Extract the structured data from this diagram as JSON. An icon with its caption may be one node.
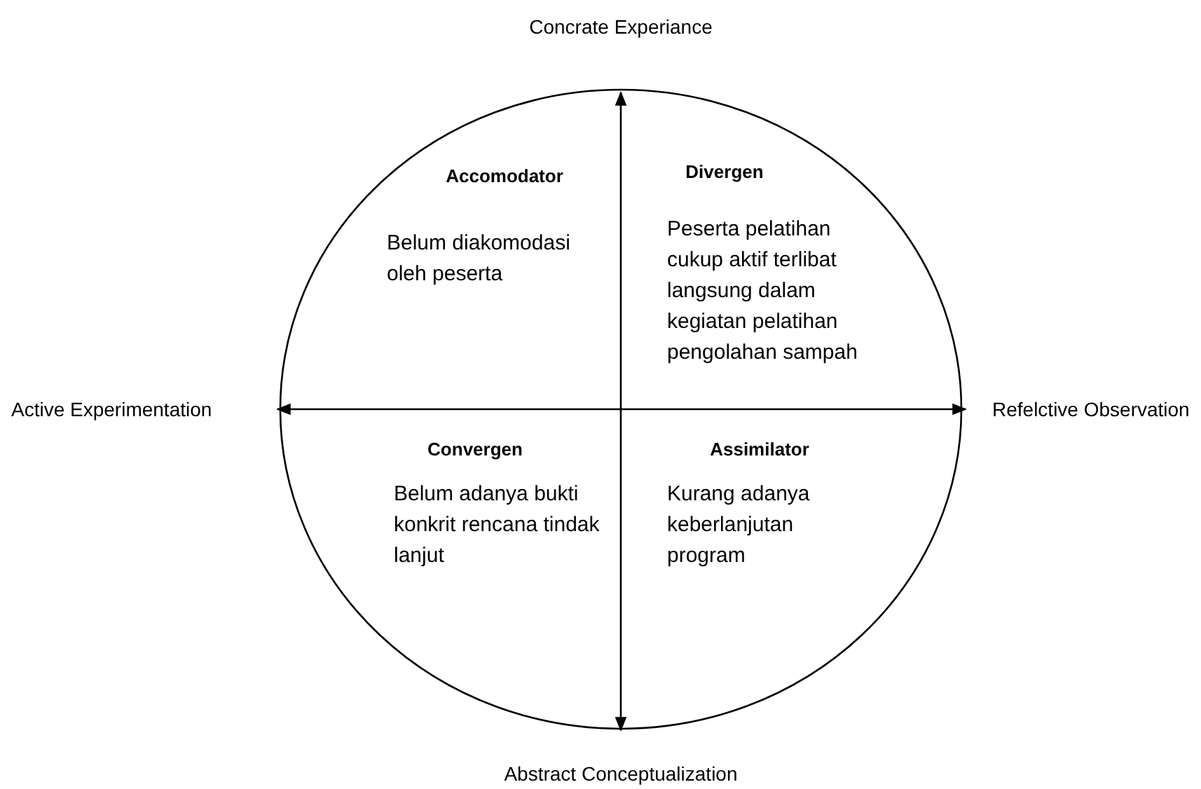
{
  "diagram": {
    "labels": [
      "Concrate Experiance",
      "Accomodator",
      "Divergen",
      "Belum diakomodasi oleh peserta",
      "Peserta pelatihan cukup aktif terlibat langsung dalam kegiatan pelatihan pengolahan sampah",
      "Active Experimentation",
      "Refelctive Observation",
      "Convergen",
      "Assimilator",
      "Belum adanya bukti konkrit rencana tindak lanjut",
      "Kurang adanya keberlanjutan program",
      "Abstract Conceptualization"
    ]
  }
}
